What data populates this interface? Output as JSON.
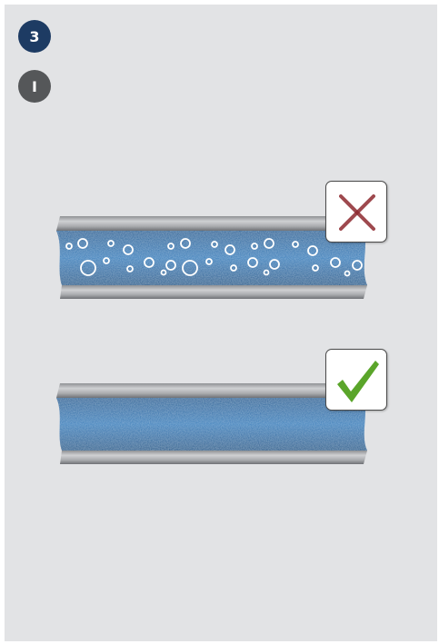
{
  "badges": {
    "step_number": "3",
    "part_label": "I"
  },
  "pipes": [
    {
      "state": "bubbles",
      "indicator": "cross-icon"
    },
    {
      "state": "clear",
      "indicator": "checkmark-icon"
    }
  ],
  "colors": {
    "step_badge": "#1d3b63",
    "part_badge": "#555759",
    "water": "#2a6fa8",
    "wrong_mark": "#8e2a30",
    "right_mark": "#5aa52a"
  }
}
